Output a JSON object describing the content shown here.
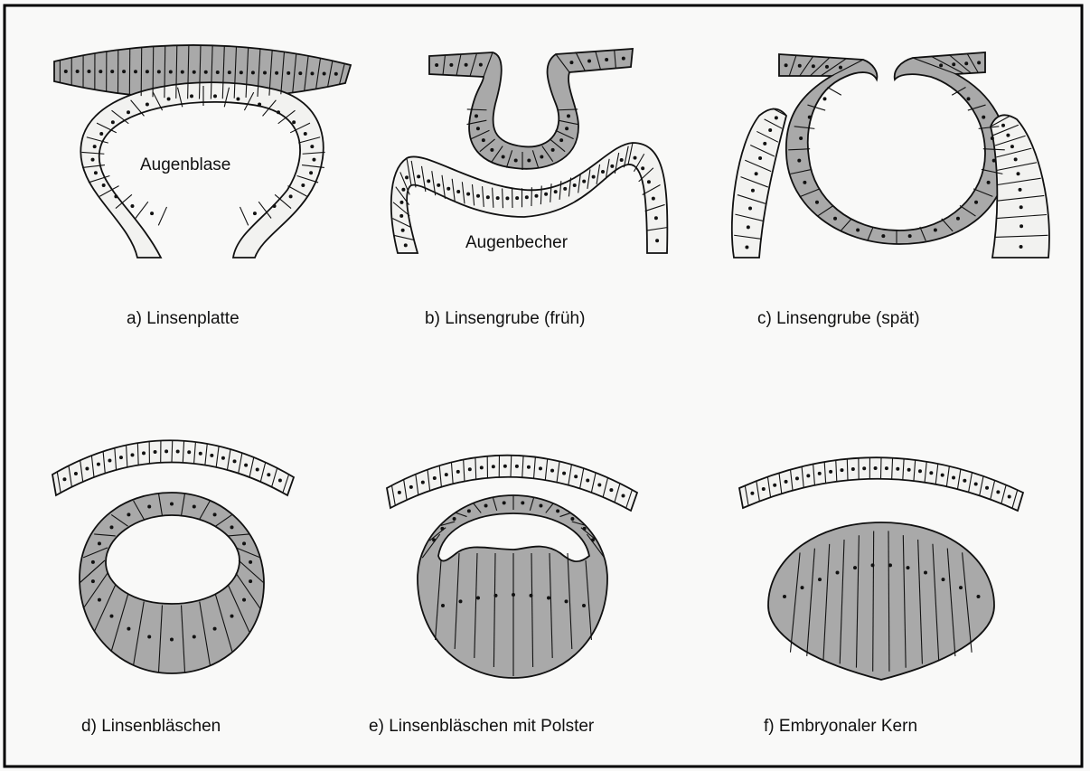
{
  "panels": [
    {
      "id": "a",
      "marker": "a)",
      "label": "Linsenplatte",
      "inner_label": "Augenblase"
    },
    {
      "id": "b",
      "marker": "b)",
      "label": "Linsengrube (früh)",
      "inner_label": "Augenbecher"
    },
    {
      "id": "c",
      "marker": "c)",
      "label": "Linsengrube (spät)"
    },
    {
      "id": "d",
      "marker": "d)",
      "label": "Linsenbläschen"
    },
    {
      "id": "e",
      "marker": "e)",
      "label": "Linsenbläschen mit Polster"
    },
    {
      "id": "f",
      "marker": "f)",
      "label": "Embryonaler Kern"
    }
  ],
  "colors": {
    "ectoderm": "#f2f2f0",
    "lens_tissue": "#a9a9a9",
    "outline": "#111111",
    "background": "#f9f9f8"
  }
}
